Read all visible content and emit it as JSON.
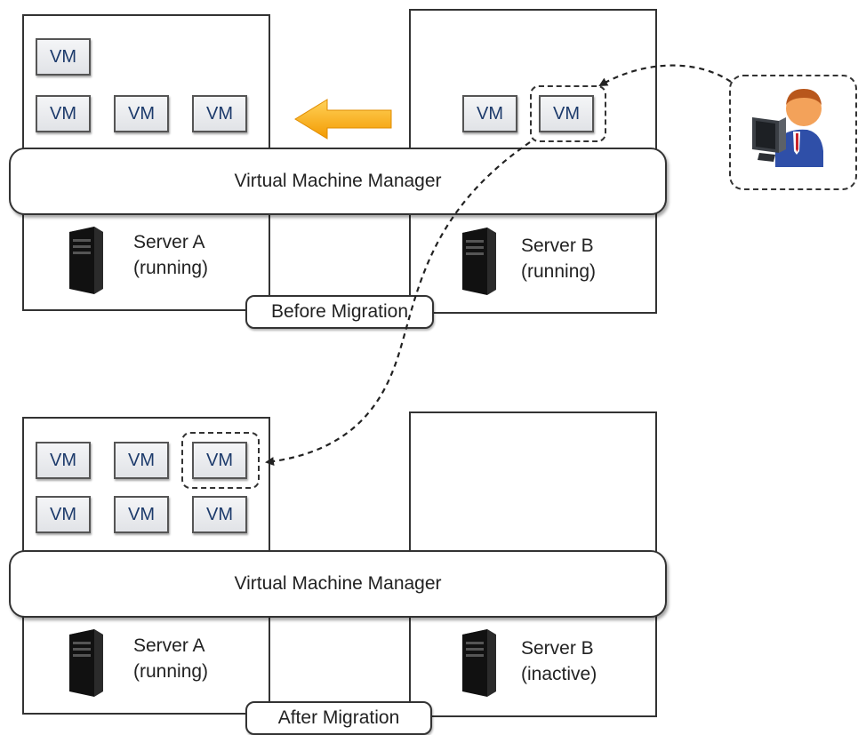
{
  "vm_label": "VM",
  "before": {
    "manager_label": "Virtual Machine Manager",
    "server_a": {
      "name": "Server A",
      "status": "(running)"
    },
    "server_b": {
      "name": "Server B",
      "status": "(running)"
    },
    "caption": "Before Migration"
  },
  "after": {
    "manager_label": "Virtual Machine Manager",
    "server_a": {
      "name": "Server A",
      "status": "(running)"
    },
    "server_b": {
      "name": "Server B",
      "status": "(inactive)"
    },
    "caption": "After Migration"
  },
  "colors": {
    "arrow_orange": "#f5a800",
    "vm_text": "#1c3a6b",
    "outline": "#333333"
  }
}
